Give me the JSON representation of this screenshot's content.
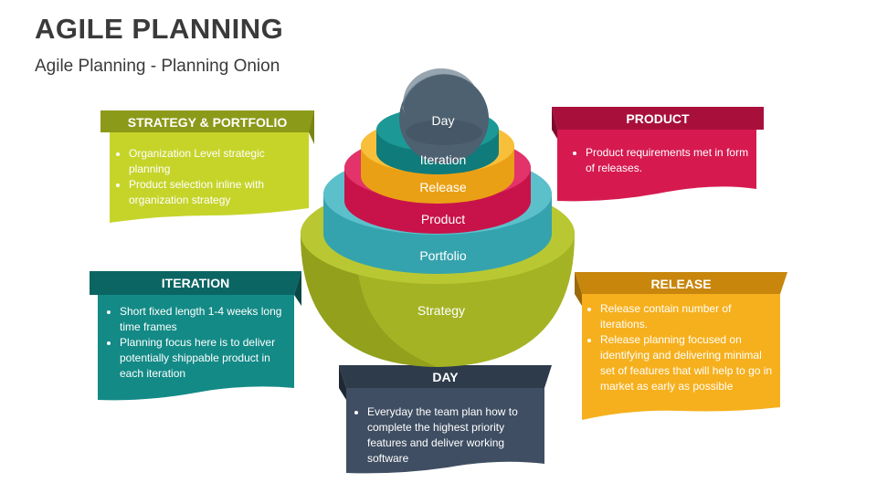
{
  "slide": {
    "title": "AGILE PLANNING",
    "subtitle": "Agile Planning - Planning Onion"
  },
  "onion": {
    "layers": [
      {
        "label": "Day",
        "color": "#4e6170"
      },
      {
        "label": "Iteration",
        "color": "#0f7b7a"
      },
      {
        "label": "Release",
        "color": "#f2a818"
      },
      {
        "label": "Product",
        "color": "#d3174f"
      },
      {
        "label": "Portfolio",
        "color": "#3aaab6"
      },
      {
        "label": "Strategy",
        "color": "#a4b324"
      }
    ]
  },
  "cards": {
    "strategy": {
      "header": "STRATEGY  & PORTFOLIO",
      "bullets": [
        "Organization Level strategic planning",
        "Product selection inline with organization strategy"
      ],
      "color": "#b7c81f"
    },
    "product": {
      "header": "PRODUCT",
      "bullets": [
        "Product requirements met in form of releases."
      ],
      "color": "#d3174f"
    },
    "iteration": {
      "header": "ITERATION",
      "bullets": [
        "Short fixed length 1-4 weeks long time frames",
        "Planning focus here is to deliver potentially shippable product in each iteration"
      ],
      "color": "#0f7b7a"
    },
    "release": {
      "header": "RELEASE",
      "bullets": [
        "Release contain number of iterations.",
        "Release planning focused on identifying and delivering minimal set of features that will help to go in market as early as possible"
      ],
      "color": "#f2a818"
    },
    "day": {
      "header": "DAY",
      "bullets": [
        "Everyday the team plan how to complete the highest priority features and deliver working software"
      ],
      "color": "#3b4a5e"
    }
  }
}
